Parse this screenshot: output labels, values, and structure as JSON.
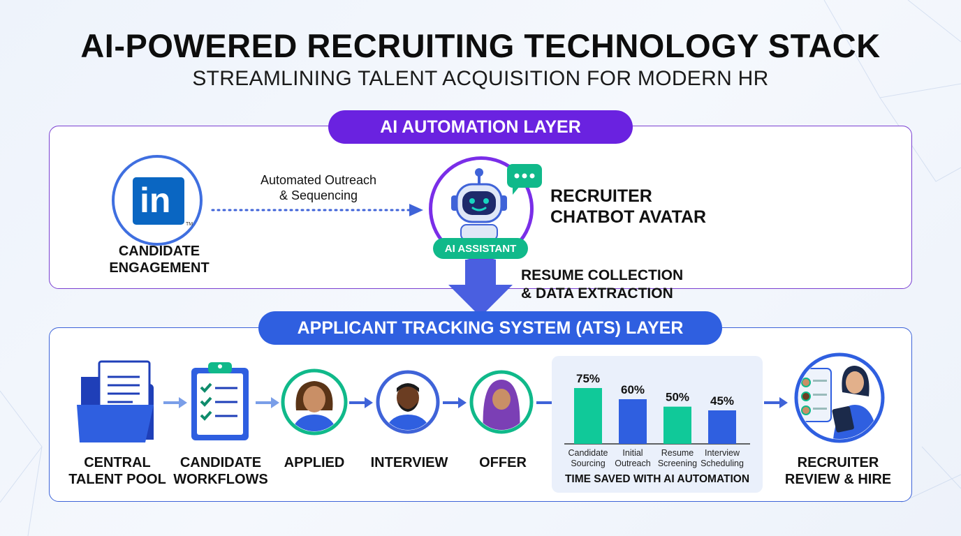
{
  "title": "AI-POWERED RECRUITING TECHNOLOGY STACK",
  "subtitle": "STREAMLINING TALENT ACQUISITION FOR MODERN HR",
  "ai_layer": {
    "header": "AI AUTOMATION LAYER",
    "linkedin_logo": "in",
    "linkedin_tm": "TM",
    "candidate_engagement_line1": "CANDIDATE",
    "candidate_engagement_line2": "ENGAGEMENT",
    "outreach_line1": "Automated Outreach",
    "outreach_line2": "& Sequencing",
    "assistant_badge": "AI ASSISTANT",
    "chatbot_line1": "RECRUITER",
    "chatbot_line2": "CHATBOT AVATAR"
  },
  "transfer": {
    "line1": "RESUME COLLECTION",
    "line2": "& DATA EXTRACTION"
  },
  "ats_layer": {
    "header": "APPLICANT TRACKING SYSTEM (ATS) LAYER",
    "stages": [
      {
        "line1": "CENTRAL",
        "line2": "TALENT POOL"
      },
      {
        "line1": "CANDIDATE",
        "line2": "WORKFLOWS"
      },
      {
        "line1": "APPLIED",
        "line2": ""
      },
      {
        "line1": "INTERVIEW",
        "line2": ""
      },
      {
        "line1": "OFFER",
        "line2": ""
      },
      {
        "line1": "RECRUITER",
        "line2": "REVIEW & HIRE"
      }
    ]
  },
  "chart_data": {
    "type": "bar",
    "title": "TIME SAVED WITH AI AUTOMATION",
    "categories": [
      [
        "Candidate",
        "Sourcing"
      ],
      [
        "Initial",
        "Outreach"
      ],
      [
        "Resume",
        "Screening"
      ],
      [
        "Interview",
        "Scheduling"
      ]
    ],
    "values": [
      75,
      60,
      50,
      45
    ],
    "value_labels": [
      "75%",
      "60%",
      "50%",
      "45%"
    ],
    "colors": [
      "#10c999",
      "#2f5fe0",
      "#10c999",
      "#2f5fe0"
    ],
    "unit": "%"
  },
  "colors": {
    "ai_accent": "#6a22e0",
    "ats_accent": "#2f5fe0",
    "teal": "#10b98a"
  },
  "icons": [
    "linkedin-icon",
    "robot-icon",
    "chat-bubble-icon",
    "folder-icon",
    "clipboard-checklist-icon",
    "applicant-avatar-icon",
    "interviewee-avatar-icon",
    "offer-avatar-icon",
    "recruiter-avatar-icon"
  ]
}
